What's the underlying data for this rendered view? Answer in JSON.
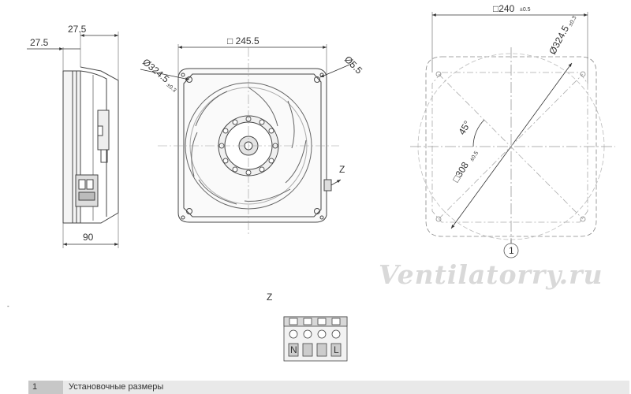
{
  "dims": {
    "side_left": "27.5",
    "side_top": "27.5",
    "side_bottom": "90",
    "front_width": "□ 245.5",
    "front_diam": "Ø324.5",
    "front_diam_tol": "±0.3",
    "front_hole": "Ø5.5",
    "view_z_label": "Z",
    "mount_width": "□240",
    "mount_width_tol": "±0.5",
    "mount_diam": "Ø324.5",
    "mount_diam_tol": "±0.3",
    "mount_angle": "45°",
    "mount_diag": "□308",
    "mount_diag_tol": "±0.5",
    "callout_1": "1"
  },
  "terminal": {
    "title": "Z",
    "label_n": "N",
    "label_l": "L"
  },
  "watermark": "Ventilatorry.ru",
  "stray_mark": "-",
  "legend": {
    "number": "1",
    "text": "Установочные размеры"
  }
}
